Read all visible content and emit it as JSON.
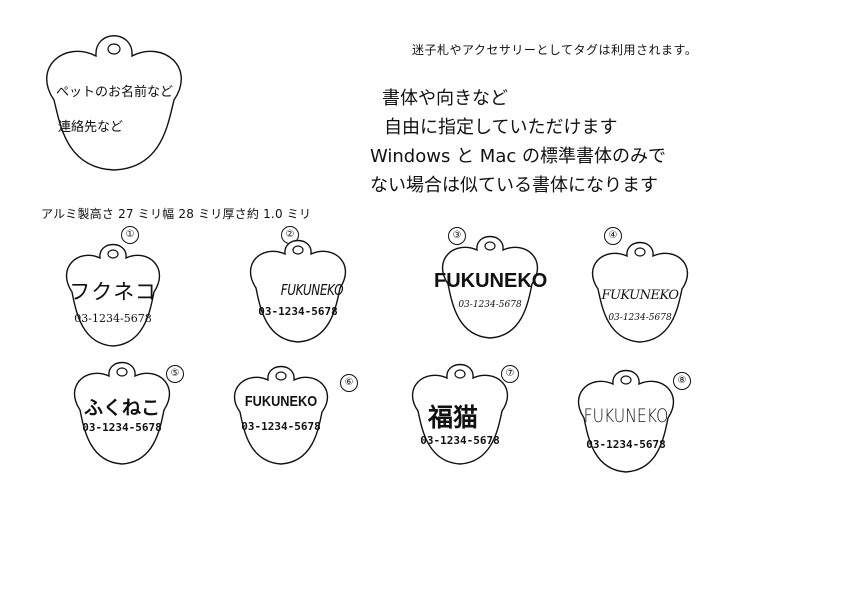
{
  "header": {
    "intro": "迷子札やアクセサリーとしてタグは利用されます。",
    "lines": [
      "書体や向きなど",
      "自由に指定していただけます",
      "Windows と Mac の標準書体のみで",
      "ない場合は似ている書体になります"
    ]
  },
  "spec": "アルミ製高さ 27 ミリ幅 28 ミリ厚さ約 1.0 ミリ",
  "lead_tag": {
    "label_name": "ペットのお名前など",
    "label_contact": "連絡先など"
  },
  "samples": [
    {
      "number": "①",
      "name": "フクネコ",
      "phone": "03-1234-5678"
    },
    {
      "number": "②",
      "name": "FUKUNEKO",
      "phone": "03-1234-5678"
    },
    {
      "number": "③",
      "name": "FUKUNEKO",
      "phone": "03-1234-5678"
    },
    {
      "number": "④",
      "name": "FUKUNEKO",
      "phone": "03-1234-5678"
    },
    {
      "number": "⑤",
      "name": "ふくねこ",
      "phone": "03-1234-5678"
    },
    {
      "number": "⑥",
      "name": "FUKUNEKO",
      "phone": "03-1234-5678"
    },
    {
      "number": "⑦",
      "name": "福猫",
      "phone": "03-1234-5678"
    },
    {
      "number": "⑧",
      "name": "FUKUNEKO",
      "phone": "03-1234-5678"
    }
  ],
  "colors": {
    "ink": "#111111",
    "paper": "#ffffff"
  }
}
